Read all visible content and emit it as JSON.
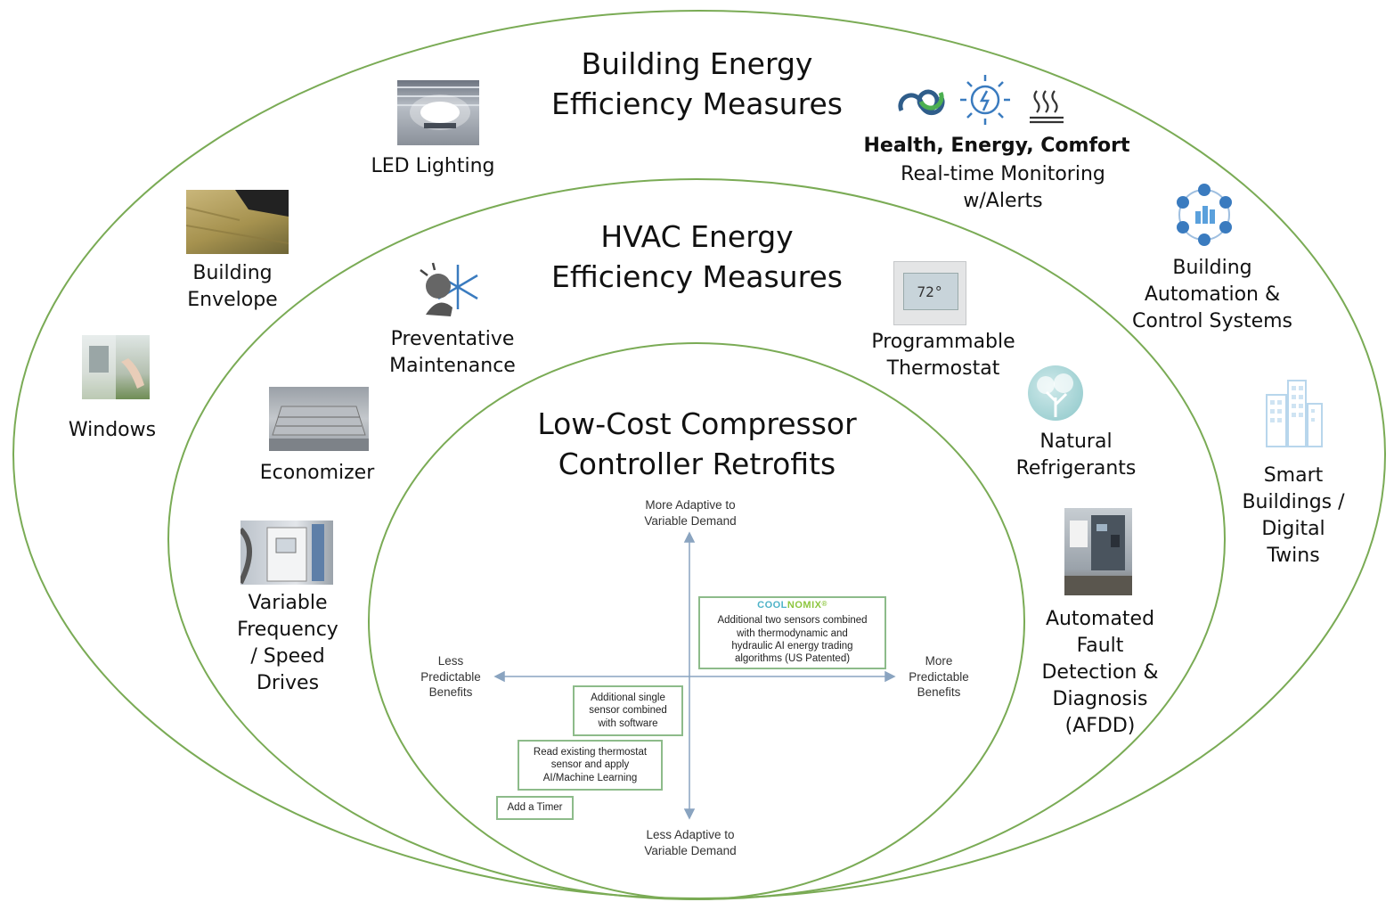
{
  "outer": {
    "title": "Building Energy\nEfficiency Measures",
    "items": {
      "led": "LED Lighting",
      "envelope": "Building\nEnvelope",
      "windows": "Windows",
      "hec_title": "Health, Energy, Comfort",
      "hec_sub": "Real-time Monitoring\nw/Alerts",
      "bacs": "Building\nAutomation &\nControl Systems",
      "smart": "Smart\nBuildings /\nDigital\nTwins"
    }
  },
  "middle": {
    "title": "HVAC Energy\nEfficiency Measures",
    "items": {
      "prev": "Preventative\nMaintenance",
      "econ": "Economizer",
      "vfd": "Variable\nFrequency\n/ Speed\nDrives",
      "thermo": "Programmable\nThermostat",
      "refrig": "Natural\nRefrigerants",
      "afdd": "Automated\nFault\nDetection &\nDiagnosis\n(AFDD)"
    }
  },
  "inner": {
    "title": "Low-Cost Compressor\nController Retrofits",
    "quadrant": {
      "top": "More Adaptive to\nVariable Demand",
      "bottom": "Less Adaptive to\nVariable Demand",
      "left": "Less\nPredictable\nBenefits",
      "right": "More\nPredictable\nBenefits",
      "coolnomix_brand_a": "COOL",
      "coolnomix_brand_b": "NOMIX",
      "coolnomix_mark": "®",
      "coolnomix_text": "Additional two sensors combined\nwith thermodynamic and\nhydraulic AI energy trading\nalgorithms (US Patented)",
      "box_single": "Additional single\nsensor combined\nwith software",
      "box_thermostat": "Read existing thermostat\nsensor and apply\nAI/Machine Learning",
      "box_timer": "Add a Timer"
    }
  },
  "thermostat_screen": "72°",
  "colors": {
    "ring": "#7aab55",
    "box_border": "#8dbb8a",
    "axis": "#8aa4c0",
    "brand_cool": "#4fb3c8",
    "brand_nomix": "#8dc63f"
  }
}
